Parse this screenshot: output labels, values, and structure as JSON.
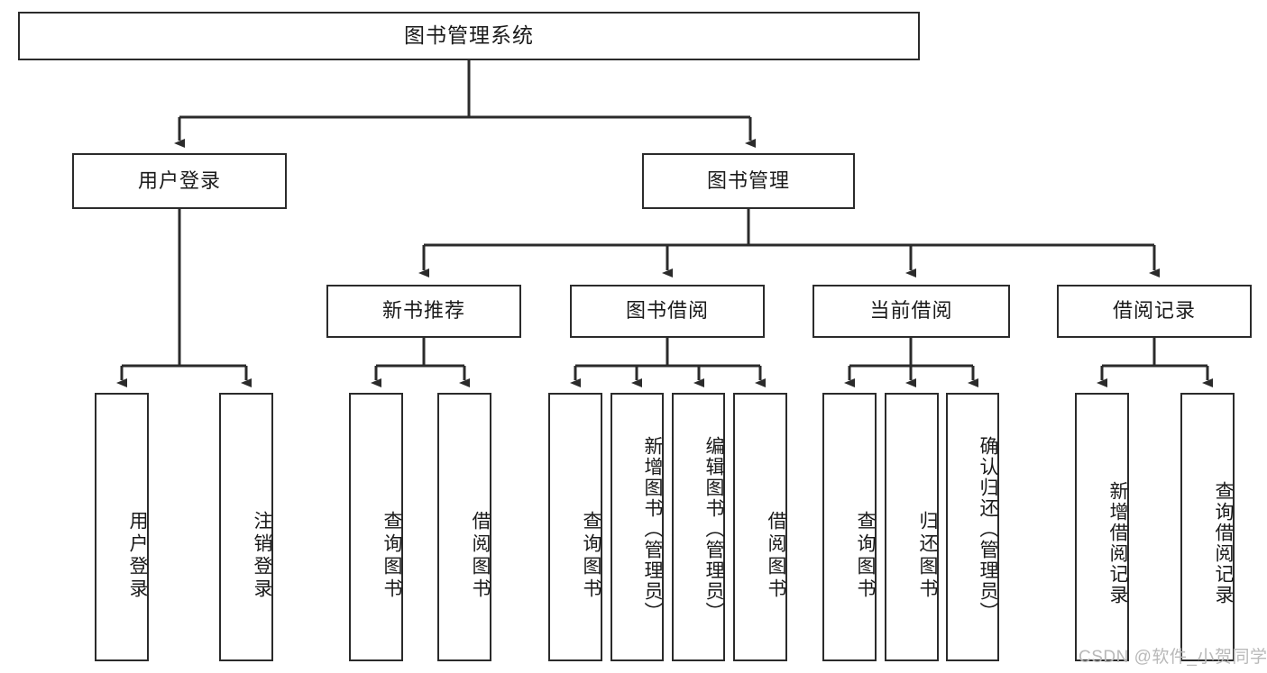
{
  "diagram": {
    "title": "图书管理系统",
    "type": "tree",
    "watermark": "CSDN @软件_小贺同学",
    "colors": {
      "node_border": "#2b2b2b",
      "node_fill": "#ffffff",
      "edge": "#2b2b2b",
      "text": "#1a1a1a",
      "watermark": "#b9b9b9",
      "background": "#ffffff"
    },
    "root": {
      "label": "图书管理系统"
    },
    "level2": [
      {
        "label": "用户登录"
      },
      {
        "label": "图书管理"
      }
    ],
    "level3": [
      {
        "label": "新书推荐"
      },
      {
        "label": "图书借阅"
      },
      {
        "label": "当前借阅"
      },
      {
        "label": "借阅记录"
      }
    ],
    "leaves": {
      "user_login": [
        {
          "label": "用户登录"
        },
        {
          "label": "注销登录"
        }
      ],
      "new_book_recommend": [
        {
          "label": "查询图书"
        },
        {
          "label": "借阅图书"
        }
      ],
      "book_borrow": [
        {
          "label": "查询图书"
        },
        {
          "label": "新增图书（管理员）"
        },
        {
          "label": "编辑图书（管理员）"
        },
        {
          "label": "借阅图书"
        }
      ],
      "current_borrow": [
        {
          "label": "查询图书"
        },
        {
          "label": "归还图书"
        },
        {
          "label": "确认归还（管理员）"
        }
      ],
      "borrow_records": [
        {
          "label": "新增借阅记录"
        },
        {
          "label": "查询借阅记录"
        }
      ]
    }
  }
}
